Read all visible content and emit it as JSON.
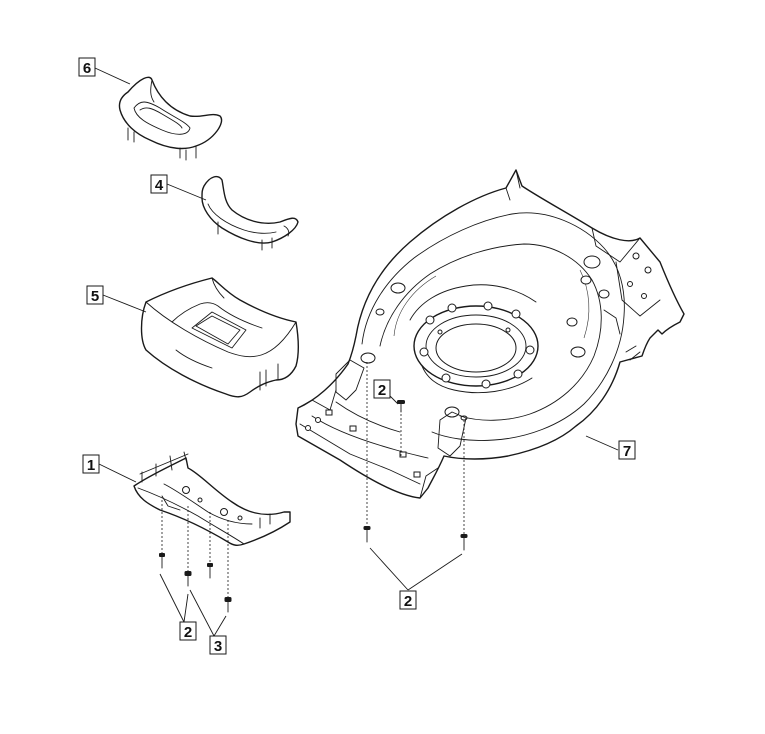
{
  "callouts": [
    {
      "id": "callout-6",
      "text": "6"
    },
    {
      "id": "callout-4",
      "text": "4"
    },
    {
      "id": "callout-5",
      "text": "5"
    },
    {
      "id": "callout-1",
      "text": "1"
    },
    {
      "id": "callout-2-screw-left",
      "text": "2"
    },
    {
      "id": "callout-3-bolt-left",
      "text": "3"
    },
    {
      "id": "callout-2-deck-top",
      "text": "2"
    },
    {
      "id": "callout-7",
      "text": "7"
    },
    {
      "id": "callout-2-deck-bottom",
      "text": "2"
    }
  ]
}
